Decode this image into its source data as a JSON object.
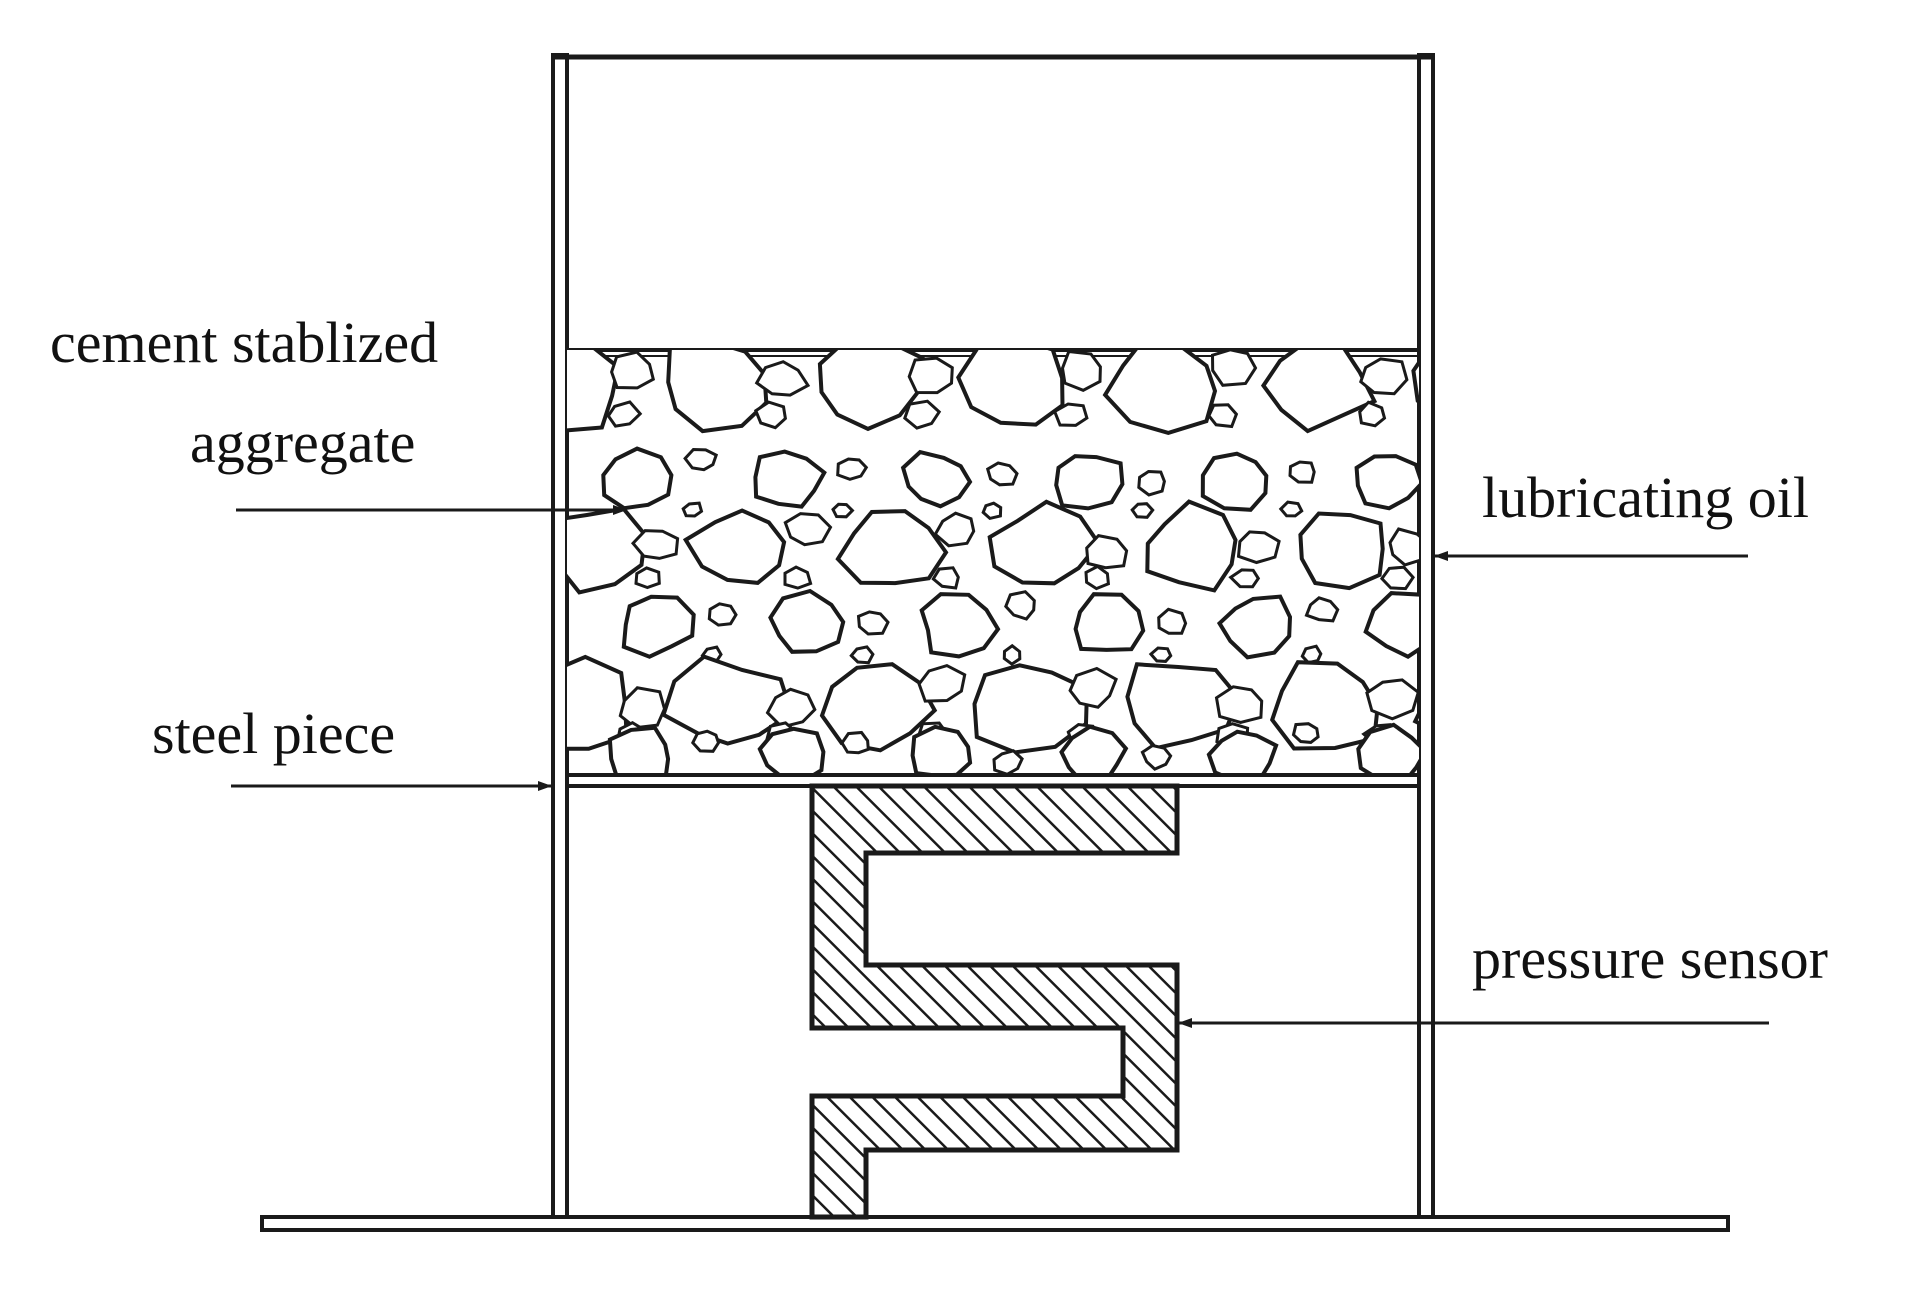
{
  "labels": {
    "cement_line1": "cement stablized",
    "cement_line2": "aggregate",
    "lubricating_oil": "lubricating oil",
    "steel_piece": "steel piece",
    "pressure_sensor": "pressure sensor"
  },
  "colors": {
    "line": "#1a1a1a",
    "background": "#ffffff",
    "text": "#111111"
  }
}
